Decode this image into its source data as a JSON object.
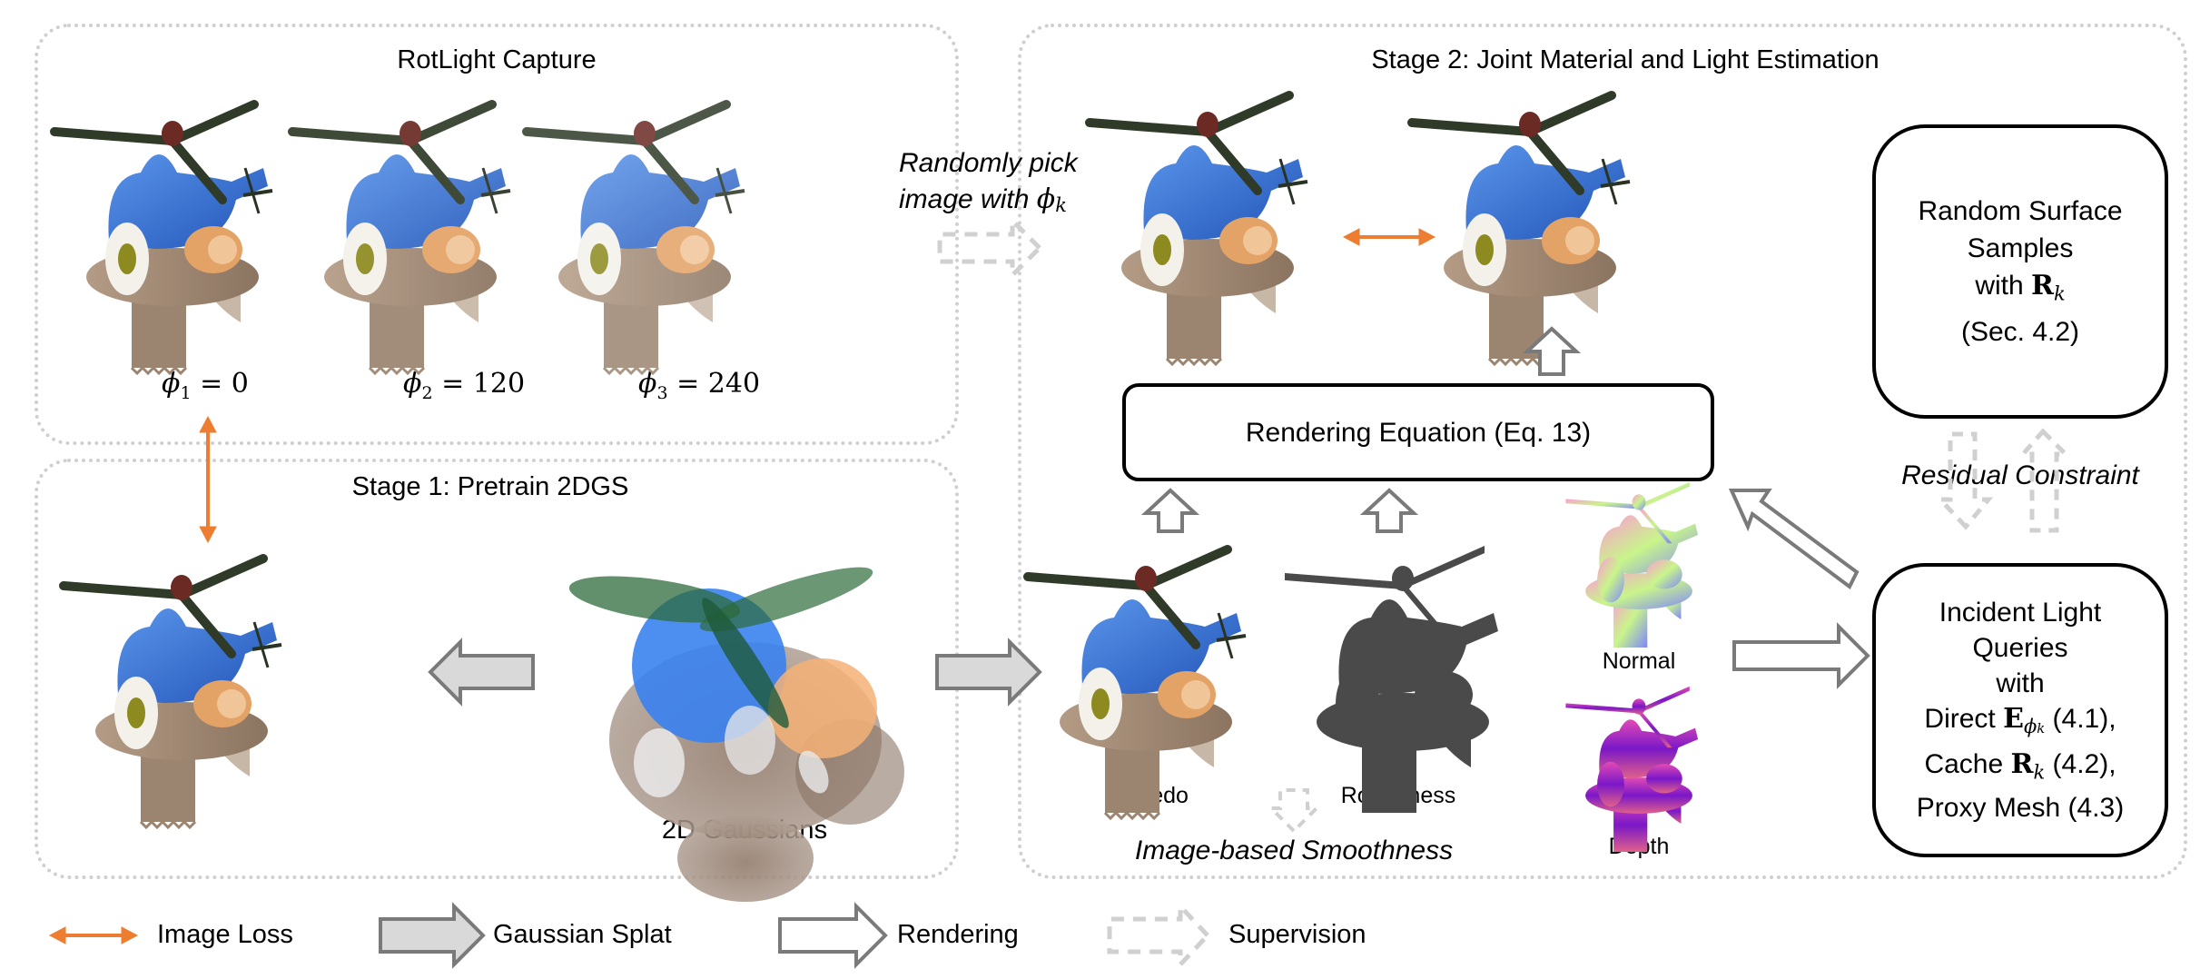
{
  "panels": {
    "capture": {
      "title": "RotLight Capture"
    },
    "stage1": {
      "title": "Stage 1: Pretrain 2DGS"
    },
    "stage2": {
      "title": "Stage 2: Joint Material and Light Estimation"
    }
  },
  "capture": {
    "views": [
      {
        "symbol": "ϕ",
        "index": "1",
        "value": "0"
      },
      {
        "symbol": "ϕ",
        "index": "2",
        "value": "120"
      },
      {
        "symbol": "ϕ",
        "index": "3",
        "value": "240"
      }
    ]
  },
  "stage1": {
    "gaussians_label": "2D Gaussians"
  },
  "stage2": {
    "pick_line1": "Randomly pick",
    "pick_line2": "image with",
    "pick_symbol": "ϕ",
    "pick_sub": "k",
    "rendering_eq": "Rendering Equation (Eq. 13)",
    "albedo": "Albedo",
    "roughness": "Roughness",
    "normal": "Normal",
    "depth": "Depth",
    "smoothness": "Image-based Smoothness",
    "residual": "Residual Constraint",
    "random_surface": {
      "line1": "Random Surface",
      "line2": "Samples",
      "line3_prefix": "with",
      "line3_symbol": "R",
      "line3_sub": "k",
      "line4": "(Sec. 4.2)"
    },
    "incident": {
      "line1": "Incident Light",
      "line2": "Queries",
      "line3": "with",
      "direct_prefix": "Direct",
      "direct_symbol": "E",
      "direct_sub_symbol": "ϕ",
      "direct_sub_index": "k",
      "direct_suffix": "(4.1),",
      "cache_prefix": "Cache",
      "cache_symbol": "R",
      "cache_sub": "k",
      "cache_suffix": "(4.2),",
      "proxy": "Proxy Mesh (4.3)"
    }
  },
  "legend": {
    "image_loss": "Image Loss",
    "gaussian_splat": "Gaussian Splat",
    "rendering": "Rendering",
    "supervision": "Supervision"
  },
  "colors": {
    "image_loss": "#ED7D31",
    "arrow_outline": "#7a7a7a",
    "splat_fill": "#d9d9d9",
    "supervision": "#d0d0d0",
    "panel_border": "#cfcfcf"
  }
}
